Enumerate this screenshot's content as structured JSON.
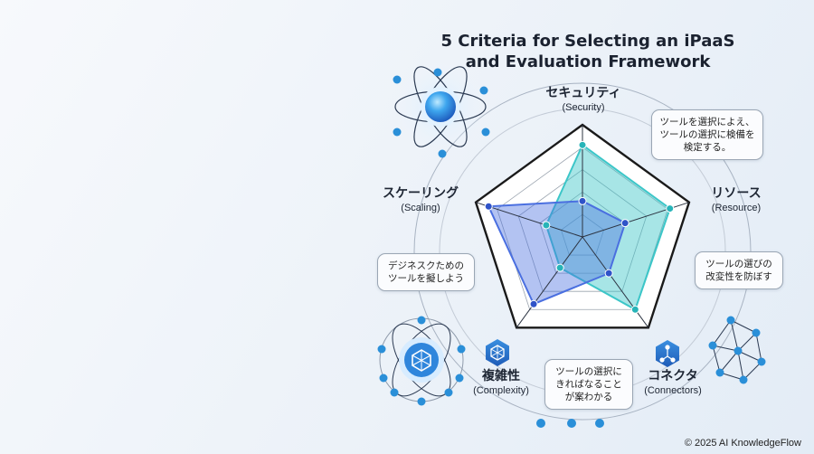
{
  "title": {
    "line1": "5 Criteria for Selecting an iPaaS",
    "line2": "and Evaluation Framework"
  },
  "criteria": [
    {
      "jp": "セキュリティ",
      "en": "(Security)"
    },
    {
      "jp": "リソース",
      "en": "(Resource)"
    },
    {
      "jp": "コネクタ",
      "en": "(Connectors)"
    },
    {
      "jp": "複雑性",
      "en": "(Complexity)"
    },
    {
      "jp": "スケーリング",
      "en": "(Scaling)"
    }
  ],
  "bubbles": {
    "top_right": [
      "ツールを選択によえ、",
      "ツールの選択に検備を",
      "検定する。"
    ],
    "right": [
      "ツールの選びの",
      "改変性を防ぼす"
    ],
    "bottom": [
      "ツールの選択に",
      "きればなること",
      "が案わかる"
    ],
    "left": [
      "デジネスクための",
      "ツールを擬しよう"
    ]
  },
  "chart_data": {
    "type": "radar",
    "axes": [
      "セキュリティ",
      "リソース",
      "コネクタ",
      "複雑性",
      "スケーリング"
    ],
    "rmax": 5,
    "rings": 5,
    "series": [
      {
        "values": [
          4.1,
          4.1,
          4.0,
          1.7,
          1.7
        ],
        "color": "#3cc6c8"
      },
      {
        "values": [
          1.6,
          2.0,
          2.0,
          3.7,
          4.4
        ],
        "color": "#4a6fe0"
      }
    ]
  },
  "colors": {
    "teal": "#3cc6c8",
    "indigo": "#4a6fe0",
    "outline": "#1a1a1a",
    "accent": "#2a8fd8"
  },
  "footer": "© 2025 AI KnowledgeFlow",
  "icons": [
    "atom-icon",
    "network-hexagon-icon",
    "polyhedron-icon",
    "hexagon-network-icon"
  ]
}
